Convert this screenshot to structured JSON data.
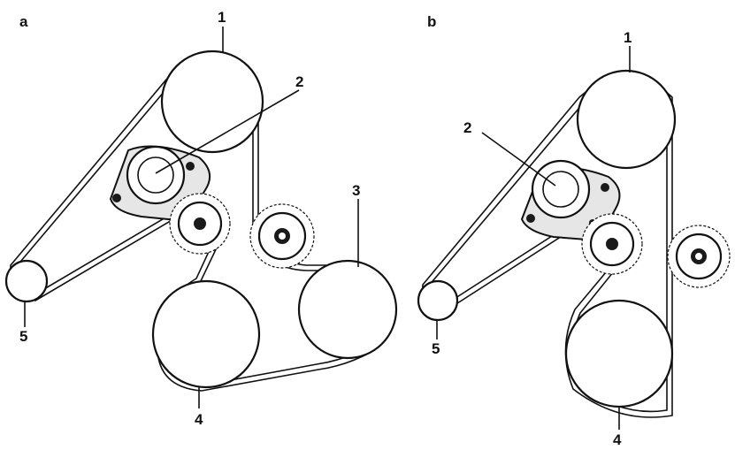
{
  "figure": {
    "panel_a": {
      "letter": "a",
      "labels": [
        "1",
        "2",
        "3",
        "4",
        "5"
      ]
    },
    "panel_b": {
      "letter": "b",
      "labels": [
        "1",
        "2",
        "4",
        "5"
      ]
    }
  }
}
